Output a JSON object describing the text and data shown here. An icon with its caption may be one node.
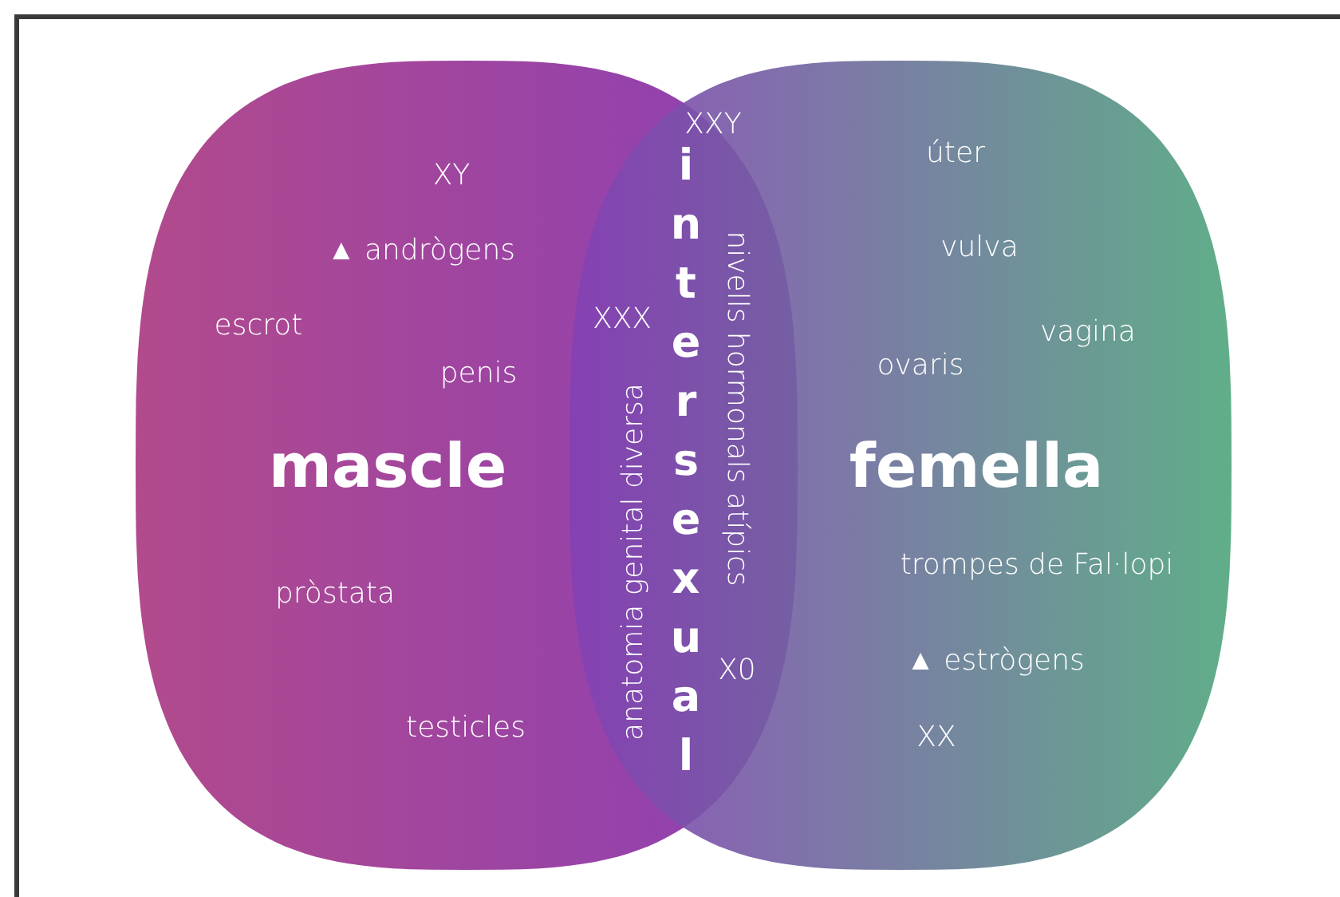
{
  "diagram": {
    "nodes": [
      {
        "text": [
          "mascle"
        ]
      },
      {
        "text": [
          "femella"
        ]
      }
    ],
    "edges": [],
    "labels": [
      "XXY",
      "úter",
      "XY",
      "vulva",
      "▲ andrògens",
      "XXX",
      "escrot",
      "vagina",
      "ovaris",
      "penis",
      "nivells hormonals atípics",
      "intersexual",
      "anatomia genital diversa",
      "trompes de Fal·lopi",
      "pròstata",
      "▲ estrògens",
      "X0",
      "testicles",
      "XX"
    ]
  }
}
